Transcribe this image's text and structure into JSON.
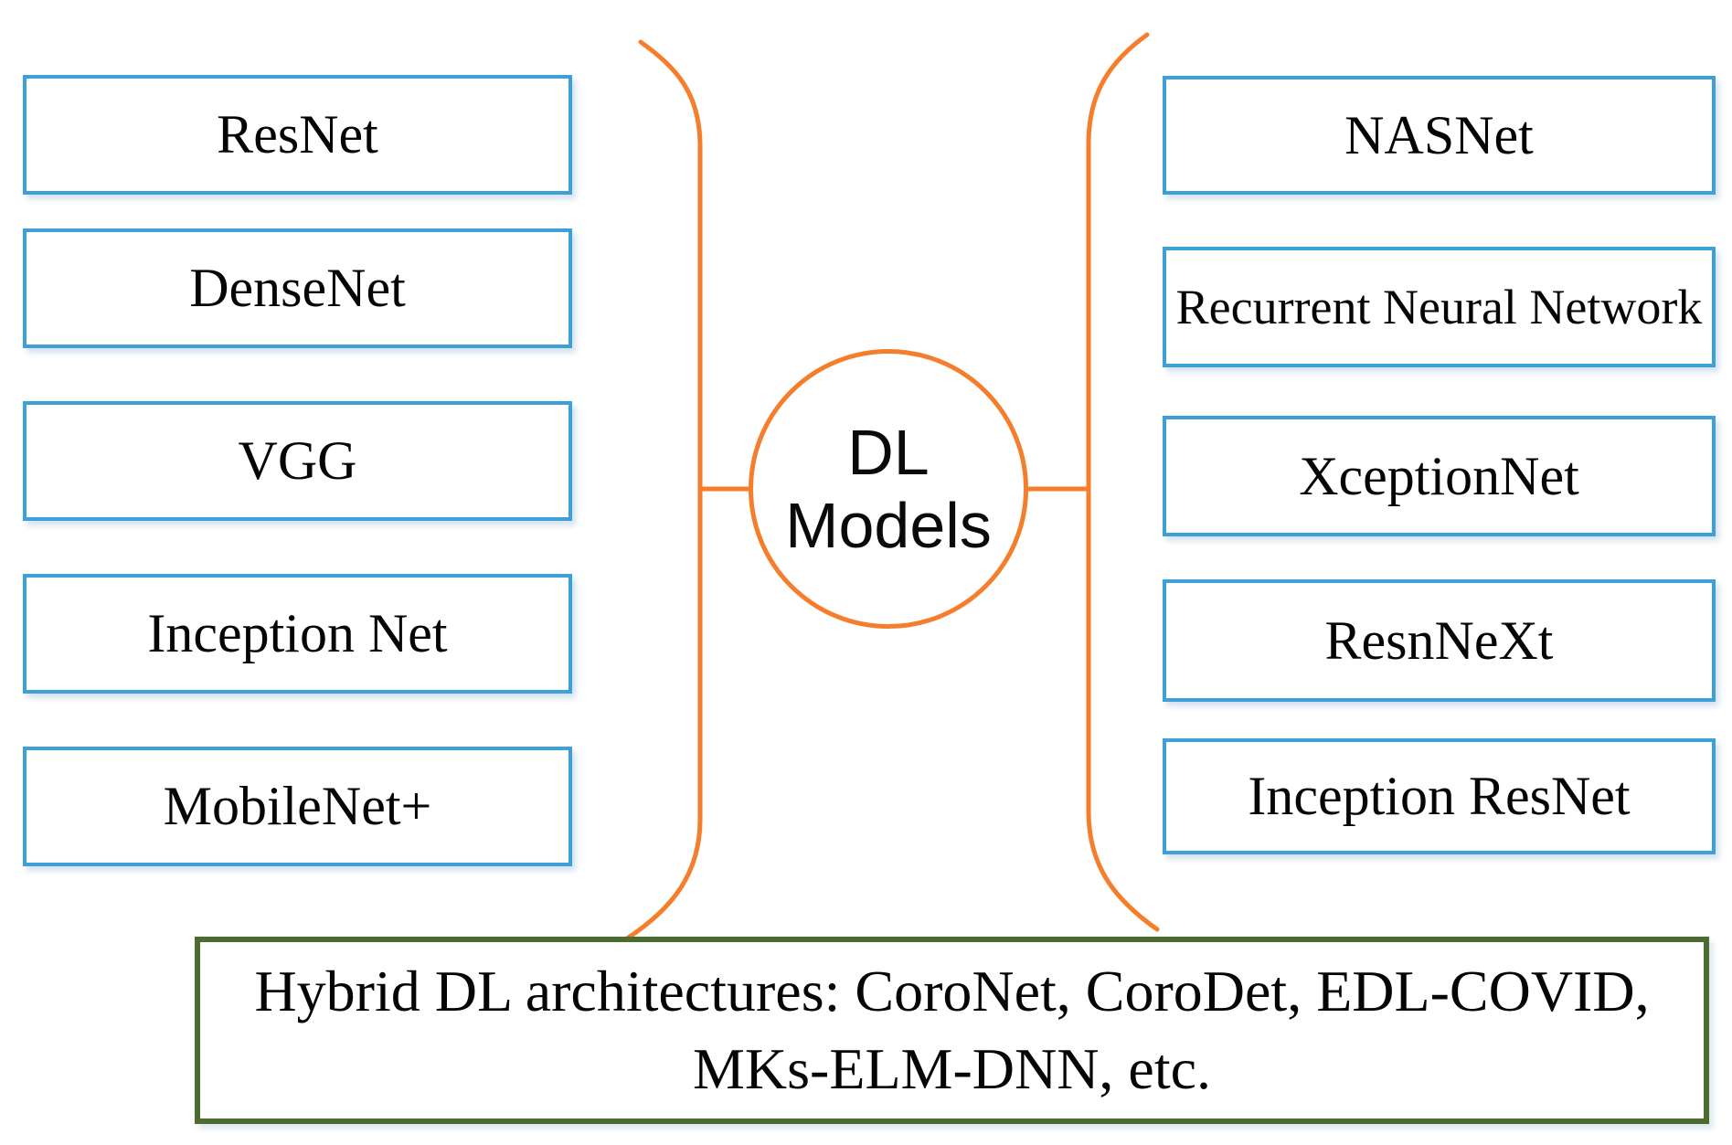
{
  "diagram": {
    "center_node": {
      "lines": [
        "DL",
        "Models"
      ]
    },
    "left_models": [
      "ResNet",
      "DenseNet",
      "VGG",
      "Inception Net",
      "MobileNet+"
    ],
    "right_models": [
      "NASNet",
      "Recurrent Neural Network",
      "XceptionNet",
      "ResnNeXt",
      "Inception ResNet"
    ],
    "hybrid_note": {
      "lines": [
        "Hybrid DL architectures: CoroNet, CoroDet, EDL-COVID,",
        "MKs-ELM-DNN, etc."
      ]
    },
    "colors": {
      "model_box_border": "#3da0d9",
      "brace_and_circle": "#f57e2c",
      "hybrid_box_border": "#4a6c2f",
      "text": "#050505"
    }
  }
}
